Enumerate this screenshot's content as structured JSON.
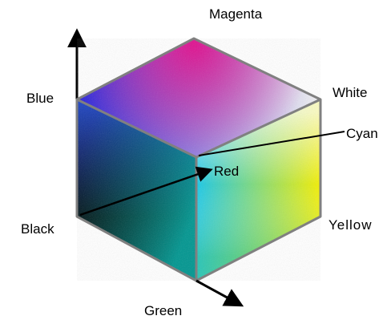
{
  "labels": {
    "magenta": "Magenta",
    "white": "White",
    "blue": "Blue",
    "cyan": "Cyan",
    "red": "Red",
    "black": "Black",
    "yellow": "Yellow",
    "green": "Green"
  },
  "colors": {
    "black": "#000000",
    "blue": "#0000ff",
    "magenta": "#ff00ff",
    "white": "#ffffff",
    "cyan": "#00ffff",
    "red": "#ff0000",
    "green": "#00ff00",
    "yellow": "#ffff00",
    "edge": "#808080",
    "axis": "#000000"
  }
}
